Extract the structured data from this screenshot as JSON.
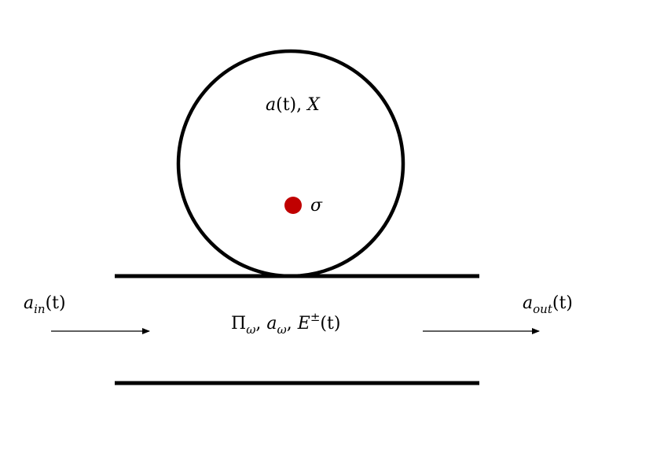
{
  "colors": {
    "stroke": "#000000",
    "atom": "#c00000",
    "background": "#ffffff"
  },
  "labels": {
    "cavity": {
      "a": "a",
      "t": "(t), ",
      "X": "X"
    },
    "atom": "σ",
    "waveguide": {
      "Pi": "Π",
      "Pi_sub": "ω",
      "sep1": ", ",
      "a": "a",
      "a_sub": "ω",
      "sep2": ", ",
      "E": "E",
      "E_sup": "±",
      "t": "(t)"
    },
    "input": {
      "a": "a",
      "sub": "in",
      "t": "(t)"
    },
    "output": {
      "a": "a",
      "sub": "out",
      "t": "(t)"
    }
  }
}
